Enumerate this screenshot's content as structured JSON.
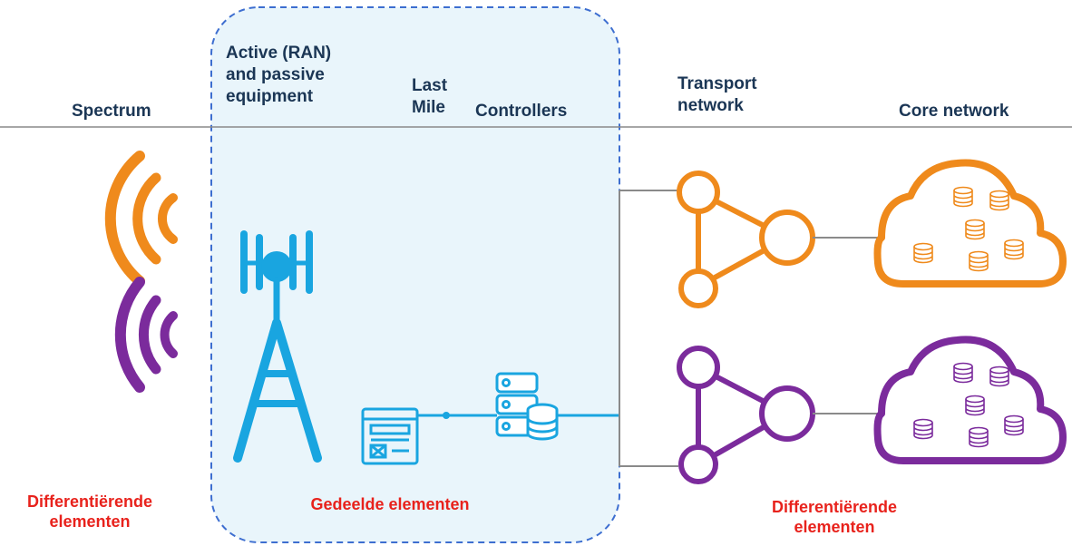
{
  "headers": {
    "spectrum": "Spectrum",
    "active_passive": "Active (RAN)\nand passive\nequipment",
    "last_mile": "Last\nMile",
    "controllers": "Controllers",
    "transport": "Transport\nnetwork",
    "core": "Core network"
  },
  "labels": {
    "differentiating_left": "Differentiërende\nelementen",
    "shared": "Gedeelde elementen",
    "differentiating_right": "Differentiërende\nelementen"
  },
  "colors": {
    "orange": "#ef8a1c",
    "purple": "#7b2b9c",
    "blue": "#19a5e0",
    "shared_fill": "#e9f5fb",
    "shared_border": "#3d6ed0",
    "header_text": "#1b3655",
    "label_red": "#e8221c"
  },
  "icons": {
    "spectrum_top": "radio-waves-icon",
    "spectrum_bottom": "radio-waves-icon",
    "tower": "cell-tower-icon",
    "last_mile": "network-device-icon",
    "controllers": "server-database-icon",
    "transport_top": "network-nodes-icon",
    "transport_bottom": "network-nodes-icon",
    "core_top": "cloud-database-icon",
    "core_bottom": "cloud-database-icon"
  }
}
